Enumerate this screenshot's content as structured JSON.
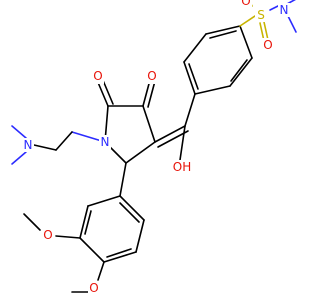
{
  "labels": {
    "o_carbonyl_1": "O",
    "o_carbonyl_2": "O",
    "o_hydroxyl": "OH",
    "n_ring": "N",
    "n_amine": "N",
    "s_sulfonyl": "S",
    "o_sulfonyl_1": "O",
    "o_sulfonyl_2": "O",
    "n_sulfonamide": "N",
    "o_methoxy_1": "O",
    "o_methoxy_2": "O"
  },
  "colors": {
    "bond": "#000000",
    "oxygen": "#e8140a",
    "nitrogen": "#2c2cff",
    "sulfur": "#c8b400"
  }
}
